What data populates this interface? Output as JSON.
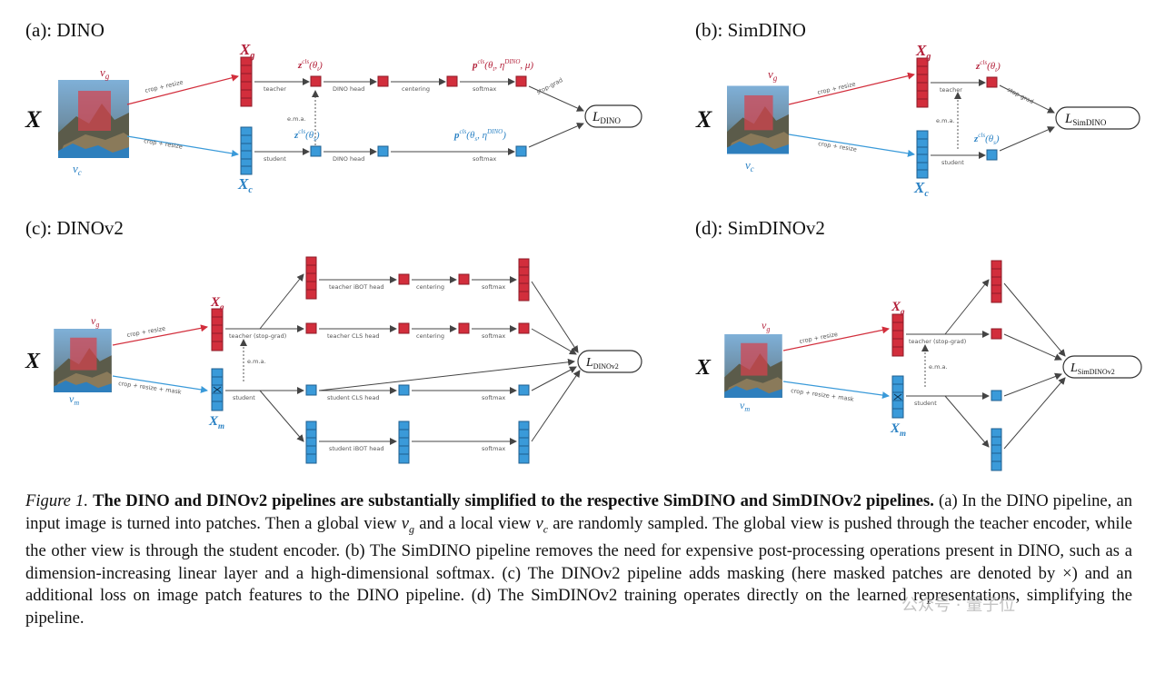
{
  "panels": [
    {
      "label": "(a): DINO",
      "loss": "L",
      "loss_sub": "DINO"
    },
    {
      "label": "(b): SimDINO",
      "loss": "L",
      "loss_sub": "SimDINO"
    },
    {
      "label": "(c): DINOv2",
      "loss": "L",
      "loss_sub": "DINOv2"
    },
    {
      "label": "(d): SimDINOv2",
      "loss": "L",
      "loss_sub": "SimDINOv2"
    }
  ],
  "symbols": {
    "input": "X",
    "global_view": "v",
    "global_sub": "g",
    "local_view": "v",
    "local_sub": "c",
    "masked_sub": "m",
    "xg": "X",
    "xc": "X",
    "xm": "X",
    "ema": "e.m.a."
  },
  "math_labels": {
    "a_teacher_z": "z",
    "a_teacher_z_sup": "cls",
    "a_teacher_z_args": "(θ",
    "a_teacher_z_args_sub": "t",
    "a_teacher_p": "p",
    "a_teacher_p_sup": "cls",
    "a_teacher_p_args": "(θ",
    "a_teacher_p_args_sub": "t",
    "a_teacher_p_args2": ", η",
    "a_teacher_p_args2_sup": "DINO",
    "a_teacher_p_args3": ", μ)",
    "a_student_z": "z",
    "a_student_z_sup": "cls",
    "a_student_z_args": "(θ",
    "a_student_z_args_sub": "s",
    "a_student_p": "p",
    "a_student_p_sup": "cls",
    "a_student_p_args": "(θ",
    "a_student_p_args_sub": "s",
    "a_student_p_args2": ", η",
    "a_student_p_args2_sup": "DINO"
  },
  "edge_labels": {
    "crop_resize": "crop + resize",
    "crop_resize_mask": "crop + resize + mask",
    "teacher": "teacher",
    "student": "student",
    "dino_head": "DINO head",
    "centering": "centering",
    "softmax": "softmax",
    "stop_grad": "stop-grad",
    "teacher_stopgrad": "teacher (stop-grad)",
    "teacher_cls_head": "teacher CLS head",
    "teacher_ibot_head": "teacher iBOT head",
    "student_cls_head": "student CLS head",
    "student_ibot_head": "student iBOT head"
  },
  "caption": {
    "fig_label": "Figure 1.",
    "title": "The DINO and DINOv2 pipelines are substantially simplified to the respective SimDINO and SimDINOv2 pipelines.",
    "t1": " (a) In the DINO pipeline, an input image is turned into patches. Then a global view ",
    "vg": "v",
    "vg_sub": "g",
    "t2": " and a local view ",
    "vc": "v",
    "vc_sub": "c",
    "t3": " are randomly sampled. The global view is pushed through the teacher encoder, while the other view is through the student encoder. (b) The SimDINO pipeline removes the need for expensive post-processing operations present in DINO, such as a dimension-increasing linear layer and a high-dimensional softmax. (c) The DINOv2 pipeline adds masking (here masked patches are denoted by ×) and an additional loss on image patch features to the DINO pipeline. (d) The SimDINOv2 training operates directly on the learned representations, simplifying the pipeline."
  },
  "watermark": "公众号 · 量子位",
  "colors": {
    "teacher": "#d22e3c",
    "student": "#3a9ad9",
    "text": "#111111",
    "teacher_text": "#b3213a",
    "student_text": "#2b82c4"
  }
}
